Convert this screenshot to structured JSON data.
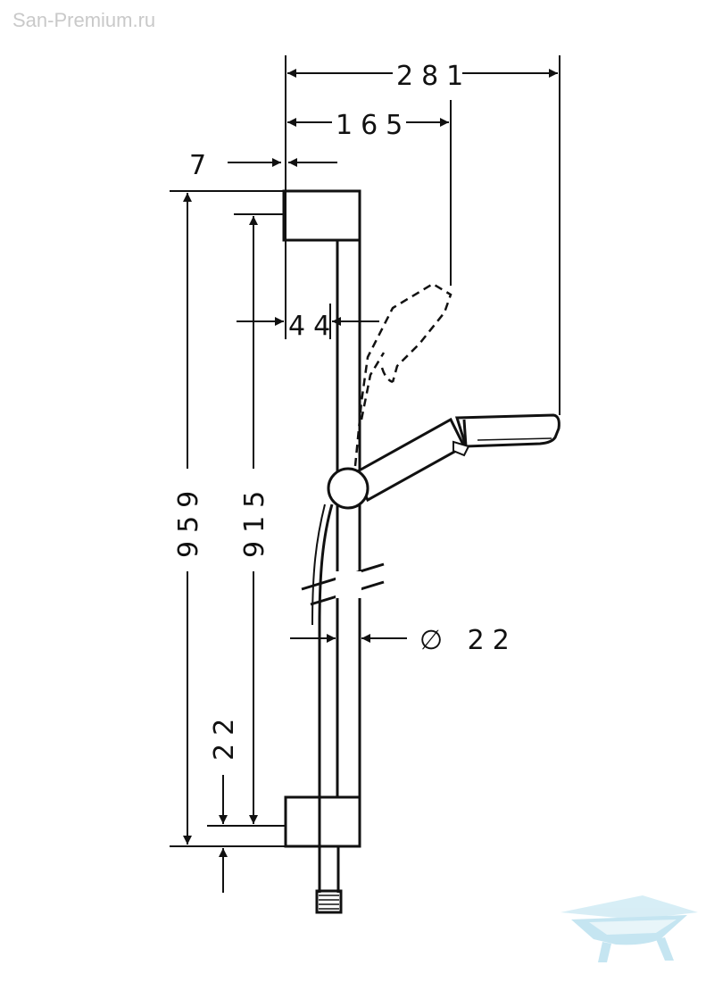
{
  "watermark": {
    "site": "San-Premium.ru"
  },
  "dimensions": {
    "total_width": "281",
    "head_reach": "165",
    "wall_bracket_offset": "7",
    "rail_offset": "44",
    "overall_height": "959",
    "rail_height": "915",
    "bottom_offset": "22",
    "rail_diameter": "∅ 22"
  },
  "colors": {
    "line": "#111111",
    "watermark_text": "#c9c9c9",
    "logo": "#bfe3f0"
  },
  "icons": {
    "logo": "bathtub-logo-icon"
  }
}
